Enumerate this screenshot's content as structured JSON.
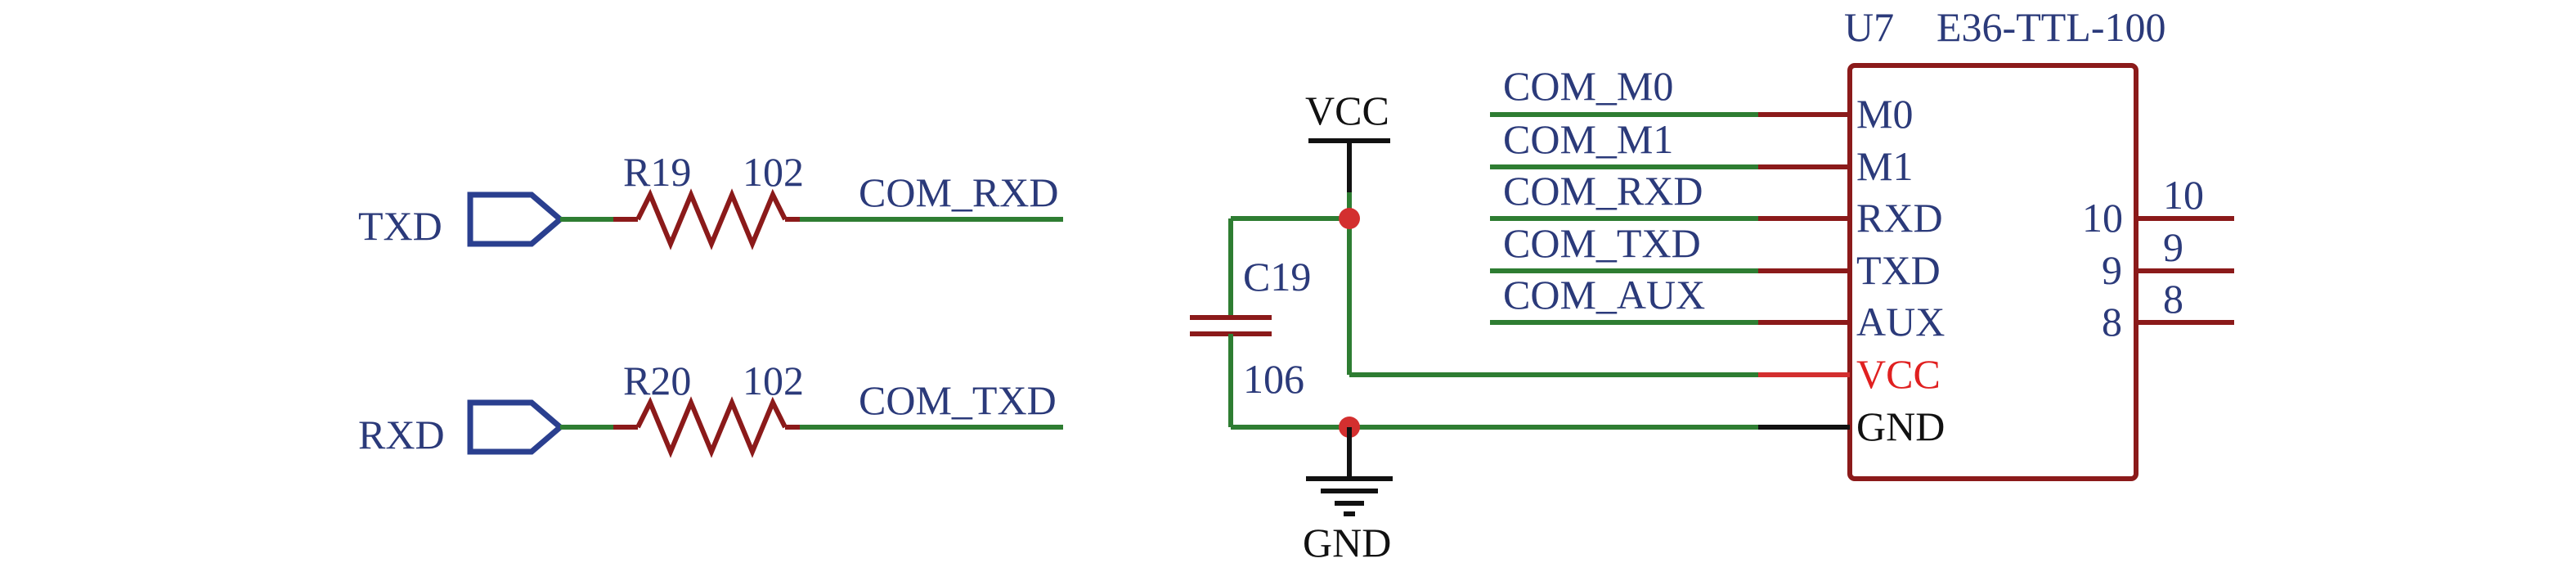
{
  "colors": {
    "wire": "#2e7d32",
    "pin": "#8b1a1a",
    "port": "#2a3f8f",
    "label": "#2b3a7a",
    "vcc_pin": "#e02020",
    "gnd_pin": "#111111",
    "junction": "#d32f2f"
  },
  "ports": {
    "txd": "TXD",
    "rxd": "RXD"
  },
  "resistors": {
    "r19": {
      "ref": "R19",
      "value": "102",
      "net": "COM_RXD"
    },
    "r20": {
      "ref": "R20",
      "value": "102",
      "net": "COM_TXD"
    }
  },
  "capacitor": {
    "ref": "C19",
    "value": "106"
  },
  "power": {
    "vcc": "VCC",
    "gnd": "GND"
  },
  "module": {
    "ref": "U7",
    "part": "E36-TTL-100",
    "left_pins": [
      "M0",
      "M1",
      "RXD",
      "TXD",
      "AUX",
      "VCC",
      "GND"
    ],
    "right_pins": [
      {
        "number": "10",
        "net": "10"
      },
      {
        "number": "9",
        "net": "9"
      },
      {
        "number": "8",
        "net": "8"
      }
    ]
  },
  "nets": {
    "com_m0": "COM_M0",
    "com_m1": "COM_M1",
    "com_rxd": "COM_RXD",
    "com_txd": "COM_TXD",
    "com_aux": "COM_AUX"
  }
}
